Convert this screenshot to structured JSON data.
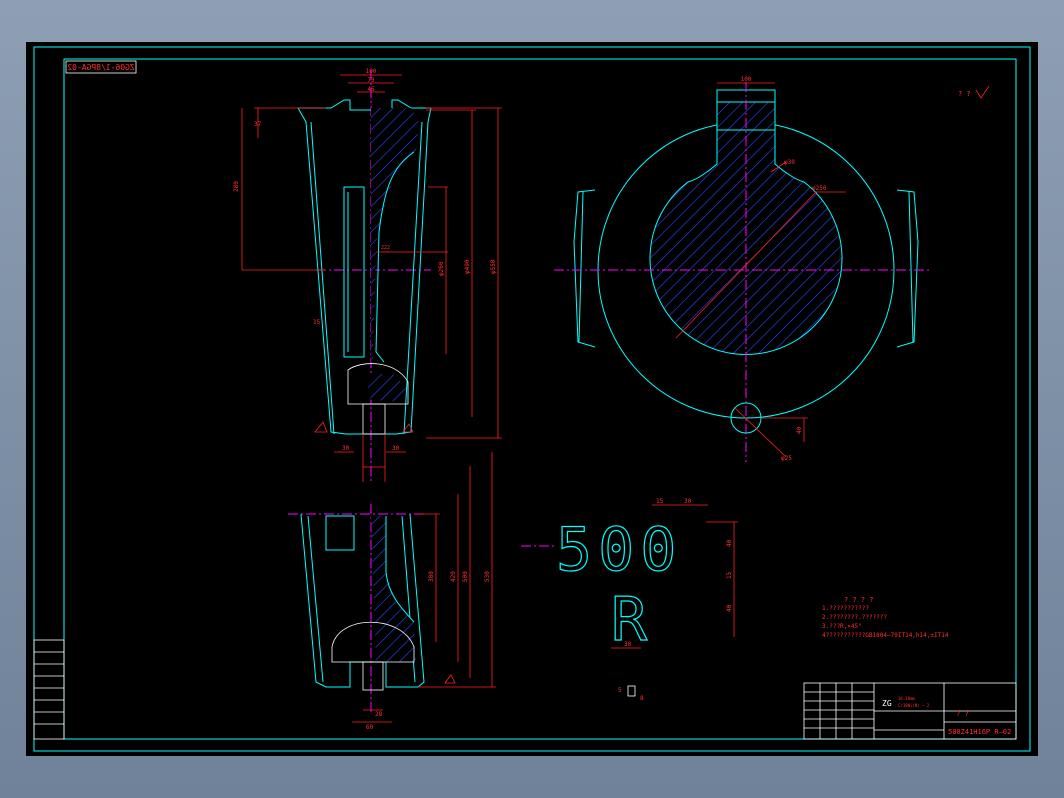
{
  "drawing_number_mirrored": "ZG06-1/8PGA-02",
  "dimensions": {
    "top_width": "100",
    "width_73": "73",
    "width_45": "45",
    "height_37": "37",
    "height_280": "280",
    "dia_260": "φ260",
    "dia_490": "φ490",
    "dia_550": "φ550",
    "dim_30_left": "30",
    "dim_30_right": "30",
    "dim_15": "15",
    "dim_222": "222",
    "key_width": "100",
    "dia_30": "φ30",
    "dia_250": "φ250",
    "hole_25": "φ25",
    "dim_40": "40",
    "sec_380": "380",
    "sec_420": "420",
    "sec_500": "500",
    "sec_530": "530",
    "bottom_60": "60",
    "bottom_28": "28",
    "mark_15": "15",
    "mark_30": "30",
    "mark_40a": "40",
    "mark_15b": "15",
    "mark_40b": "40",
    "mark_30b": "30",
    "small_5": "5",
    "small_8": "8"
  },
  "marking": {
    "line1": "500",
    "line2": "R"
  },
  "notes": {
    "title": "? ? ? ?",
    "line1": "1.???????????",
    "line2": "2.????????.???????",
    "line3": "3.???R,×45°",
    "line4": "4???????????GB1804—79IT14,h14,±IT14"
  },
  "title_block": {
    "material": "ZG",
    "material_sub1": "16.18mm",
    "material_sub2": "Cr18Ni(N) — 2",
    "name": "? ?",
    "code": "500Z41H16P R—02"
  },
  "roughness": "? ?"
}
